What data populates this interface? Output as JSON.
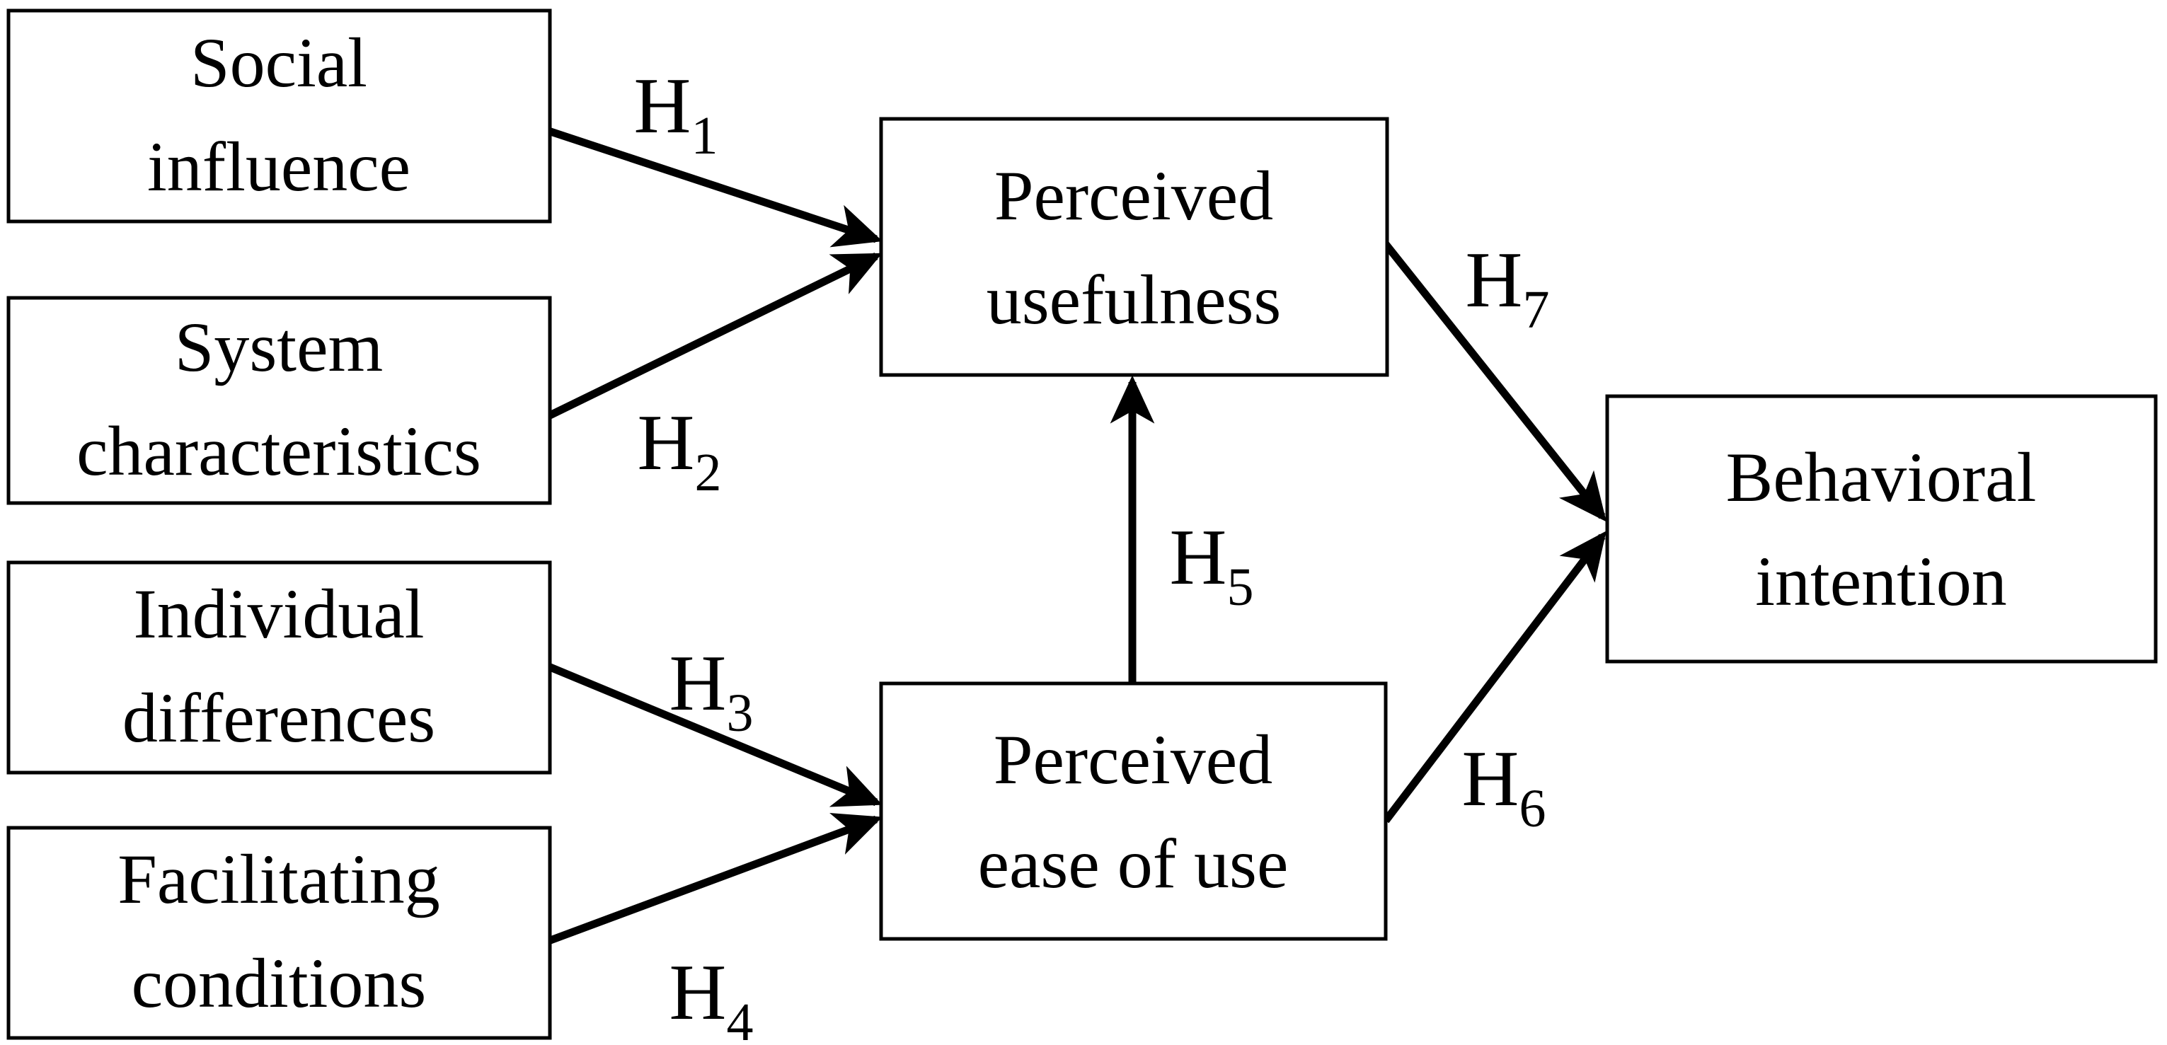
{
  "diagram": {
    "background_color": "#ffffff",
    "line_color": "#000000",
    "nodes": [
      {
        "id": "social-influence",
        "lines": [
          "Social",
          "influence"
        ]
      },
      {
        "id": "system-characteristics",
        "lines": [
          "System",
          "characteristics"
        ]
      },
      {
        "id": "individual-differences",
        "lines": [
          "Individual",
          "differences"
        ]
      },
      {
        "id": "facilitating-conditions",
        "lines": [
          "Facilitating",
          "conditions"
        ]
      },
      {
        "id": "perceived-usefulness",
        "lines": [
          "Perceived",
          "usefulness"
        ]
      },
      {
        "id": "perceived-ease-of-use",
        "lines": [
          "Perceived",
          "ease of use"
        ]
      },
      {
        "id": "behavioral-intention",
        "lines": [
          "Behavioral",
          "intention"
        ]
      }
    ],
    "edges": [
      {
        "id": "h1",
        "label_main": "H",
        "label_sub": "1",
        "from": "social-influence",
        "to": "perceived-usefulness"
      },
      {
        "id": "h2",
        "label_main": "H",
        "label_sub": "2",
        "from": "system-characteristics",
        "to": "perceived-usefulness"
      },
      {
        "id": "h3",
        "label_main": "H",
        "label_sub": "3",
        "from": "individual-differences",
        "to": "perceived-ease-of-use"
      },
      {
        "id": "h4",
        "label_main": "H",
        "label_sub": "4",
        "from": "facilitating-conditions",
        "to": "perceived-ease-of-use"
      },
      {
        "id": "h5",
        "label_main": "H",
        "label_sub": "5",
        "from": "perceived-ease-of-use",
        "to": "perceived-usefulness"
      },
      {
        "id": "h6",
        "label_main": "H",
        "label_sub": "6",
        "from": "perceived-ease-of-use",
        "to": "behavioral-intention"
      },
      {
        "id": "h7",
        "label_main": "H",
        "label_sub": "7",
        "from": "perceived-usefulness",
        "to": "behavioral-intention"
      }
    ]
  }
}
